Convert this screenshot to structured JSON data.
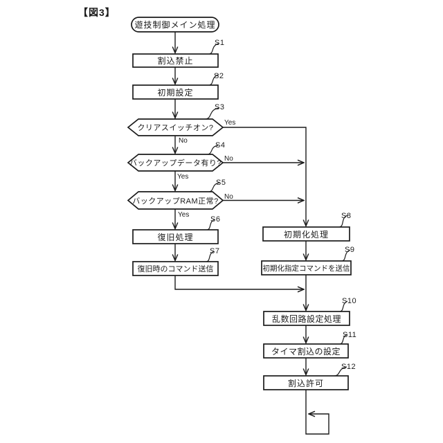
{
  "figure": {
    "caption": "【図3】",
    "flowchart": {
      "start_label": "遊技制御メイン処理",
      "steps": [
        {
          "id": "S1",
          "label": "割込禁止",
          "type": "process"
        },
        {
          "id": "S2",
          "label": "初期設定",
          "type": "process"
        },
        {
          "id": "S3",
          "label": "クリアスイッチオン?",
          "type": "decision"
        },
        {
          "id": "S4",
          "label": "バックアップデータ有り?",
          "type": "decision"
        },
        {
          "id": "S5",
          "label": "バックアップRAM正常?",
          "type": "decision"
        },
        {
          "id": "S6",
          "label": "復旧処理",
          "type": "process"
        },
        {
          "id": "S7",
          "label": "復旧時のコマンド送信",
          "type": "process"
        },
        {
          "id": "S8",
          "label": "初期化処理",
          "type": "process"
        },
        {
          "id": "S9",
          "label": "初期化指定コマンドを送信",
          "type": "process"
        },
        {
          "id": "S10",
          "label": "乱数回路設定処理",
          "type": "process"
        },
        {
          "id": "S11",
          "label": "タイマ割込の設定",
          "type": "process"
        },
        {
          "id": "S12",
          "label": "割込許可",
          "type": "process"
        }
      ],
      "branch_labels": {
        "s3_yes": "Yes",
        "s3_no": "No",
        "s4_no": "No",
        "s4_yes": "Yes",
        "s5_no": "No",
        "s5_yes": "Yes"
      },
      "colors": {
        "stroke": "#1a1a1a",
        "background": "#ffffff"
      }
    }
  }
}
